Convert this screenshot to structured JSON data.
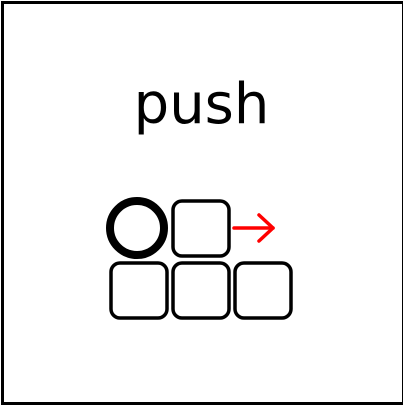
{
  "card": {
    "word": "push"
  },
  "glyph": {
    "player_icon": "ring-player",
    "block_icon": "rounded-square-block",
    "arrow_icon": "right-arrow",
    "arrow_color": "#ff0000",
    "stroke_color": "#000000"
  }
}
